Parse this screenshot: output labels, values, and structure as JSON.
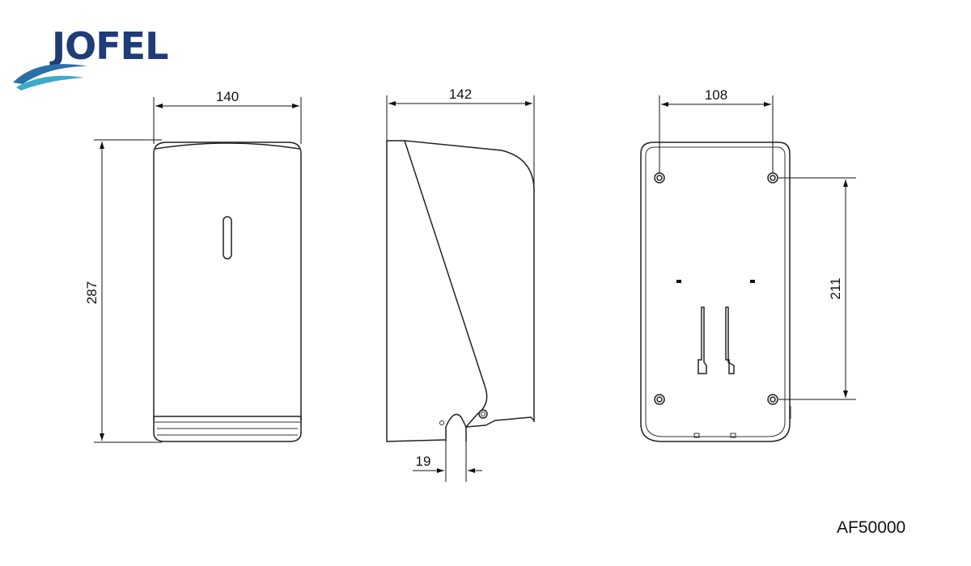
{
  "brand": {
    "name": "JOFEL",
    "primary_color": "#1f3c78",
    "wave_color": "#3fa9c9"
  },
  "model_code": "AF50000",
  "views": {
    "front": {
      "width": "140",
      "height": "287"
    },
    "side": {
      "depth": "142",
      "outlet": "19"
    },
    "back": {
      "hole_spacing_horizontal": "108",
      "hole_spacing_vertical": "211"
    }
  }
}
